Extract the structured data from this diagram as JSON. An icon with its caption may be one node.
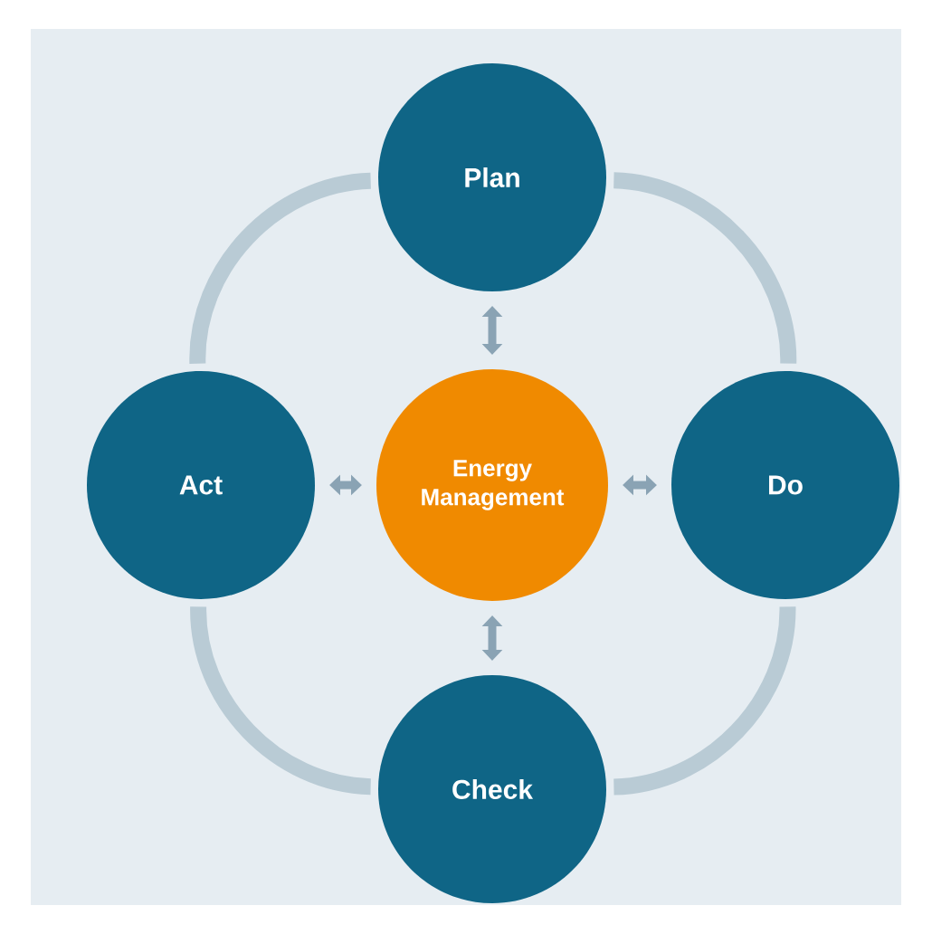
{
  "diagram": {
    "nodes": [
      {
        "text": [
          "Energy Management"
        ]
      },
      {
        "text": [
          "Plan"
        ]
      },
      {
        "text": [
          "Do"
        ]
      },
      {
        "text": [
          "Check"
        ]
      },
      {
        "text": [
          "Act"
        ]
      }
    ],
    "edges": [
      {
        "from": 0,
        "to": 1,
        "arrow": "both"
      },
      {
        "from": 0,
        "to": 2,
        "arrow": "both"
      },
      {
        "from": 0,
        "to": 3,
        "arrow": "both"
      },
      {
        "from": 0,
        "to": 4,
        "arrow": "both"
      },
      {
        "from": 1,
        "to": 2,
        "arrow": "none",
        "style": "thick",
        "color": "#b9cbd5"
      },
      {
        "from": 2,
        "to": 3,
        "arrow": "none",
        "style": "thick",
        "color": "#b9cbd5"
      },
      {
        "from": 3,
        "to": 4,
        "arrow": "none",
        "style": "thick",
        "color": "#b9cbd5"
      },
      {
        "from": 4,
        "to": 1,
        "arrow": "none",
        "style": "thick",
        "color": "#b9cbd5"
      }
    ]
  }
}
